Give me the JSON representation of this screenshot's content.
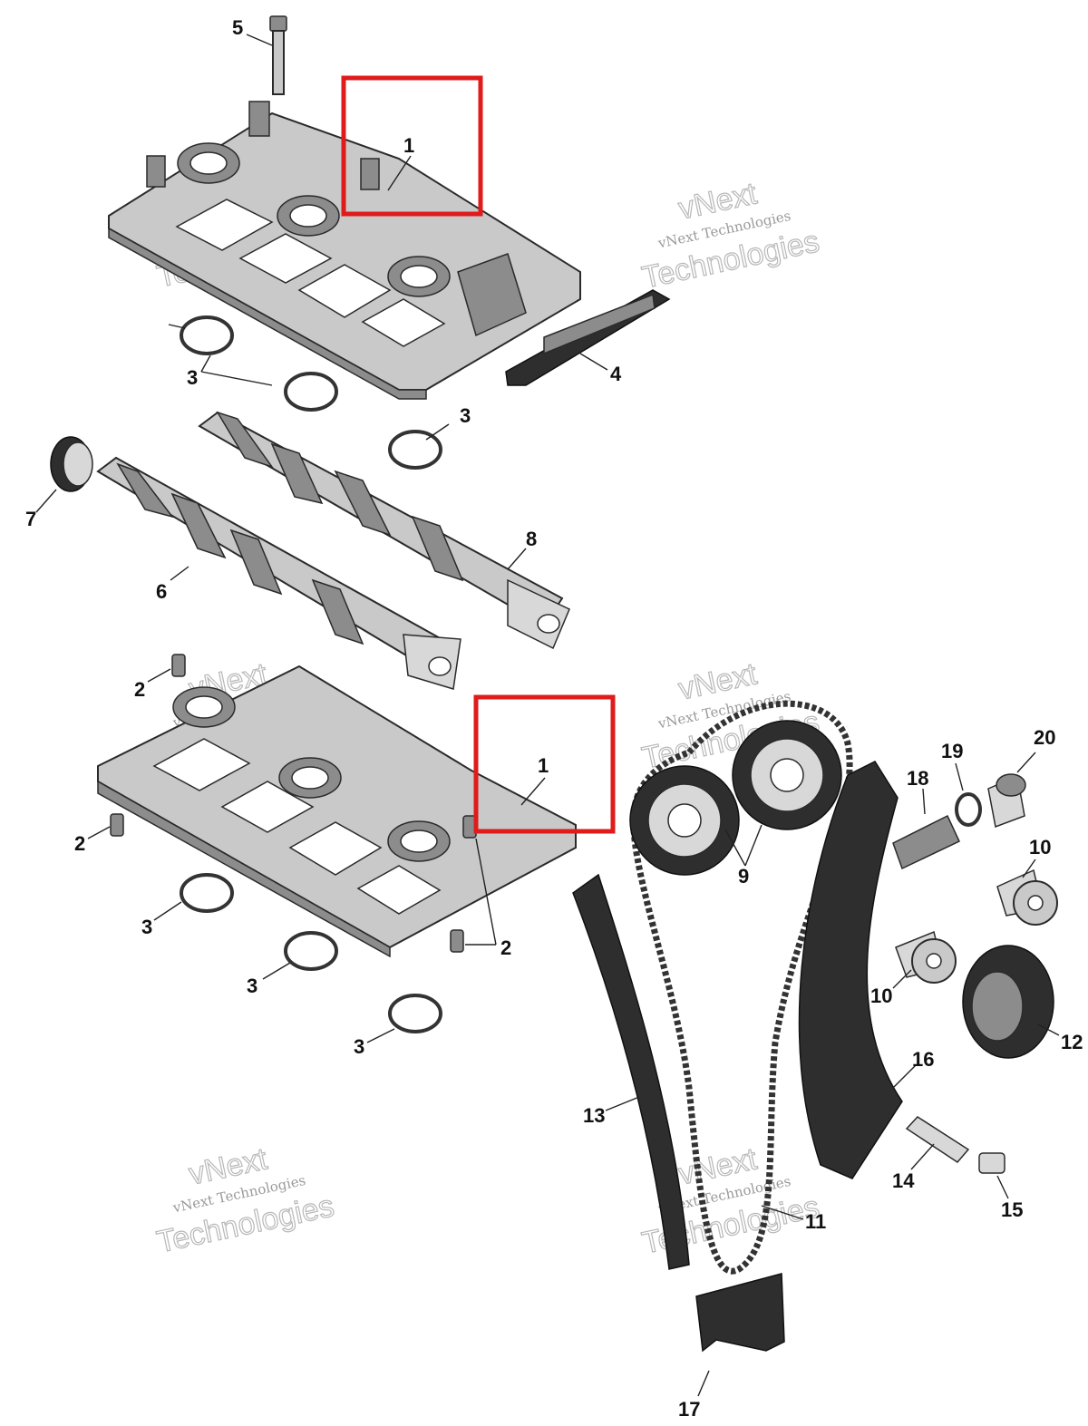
{
  "watermark": {
    "line1": "vNext",
    "line2": "vNext Technologies",
    "line3": "Technologies"
  },
  "highlight_color": "#e01b1b",
  "callouts": [
    {
      "id": "c1a",
      "label": "1"
    },
    {
      "id": "c1b",
      "label": "1"
    },
    {
      "id": "c2a",
      "label": "2"
    },
    {
      "id": "c2b",
      "label": "2"
    },
    {
      "id": "c2c",
      "label": "2"
    },
    {
      "id": "c3a",
      "label": "3"
    },
    {
      "id": "c3b",
      "label": "3"
    },
    {
      "id": "c3c",
      "label": "3"
    },
    {
      "id": "c3d",
      "label": "3"
    },
    {
      "id": "c3e",
      "label": "3"
    },
    {
      "id": "c4",
      "label": "4"
    },
    {
      "id": "c5",
      "label": "5"
    },
    {
      "id": "c6",
      "label": "6"
    },
    {
      "id": "c7",
      "label": "7"
    },
    {
      "id": "c8",
      "label": "8"
    },
    {
      "id": "c9",
      "label": "9"
    },
    {
      "id": "c10a",
      "label": "10"
    },
    {
      "id": "c10b",
      "label": "10"
    },
    {
      "id": "c11",
      "label": "11"
    },
    {
      "id": "c12",
      "label": "12"
    },
    {
      "id": "c13",
      "label": "13"
    },
    {
      "id": "c14",
      "label": "14"
    },
    {
      "id": "c15",
      "label": "15"
    },
    {
      "id": "c16",
      "label": "16"
    },
    {
      "id": "c17",
      "label": "17"
    },
    {
      "id": "c18",
      "label": "18"
    },
    {
      "id": "c19",
      "label": "19"
    },
    {
      "id": "c20",
      "label": "20"
    }
  ]
}
